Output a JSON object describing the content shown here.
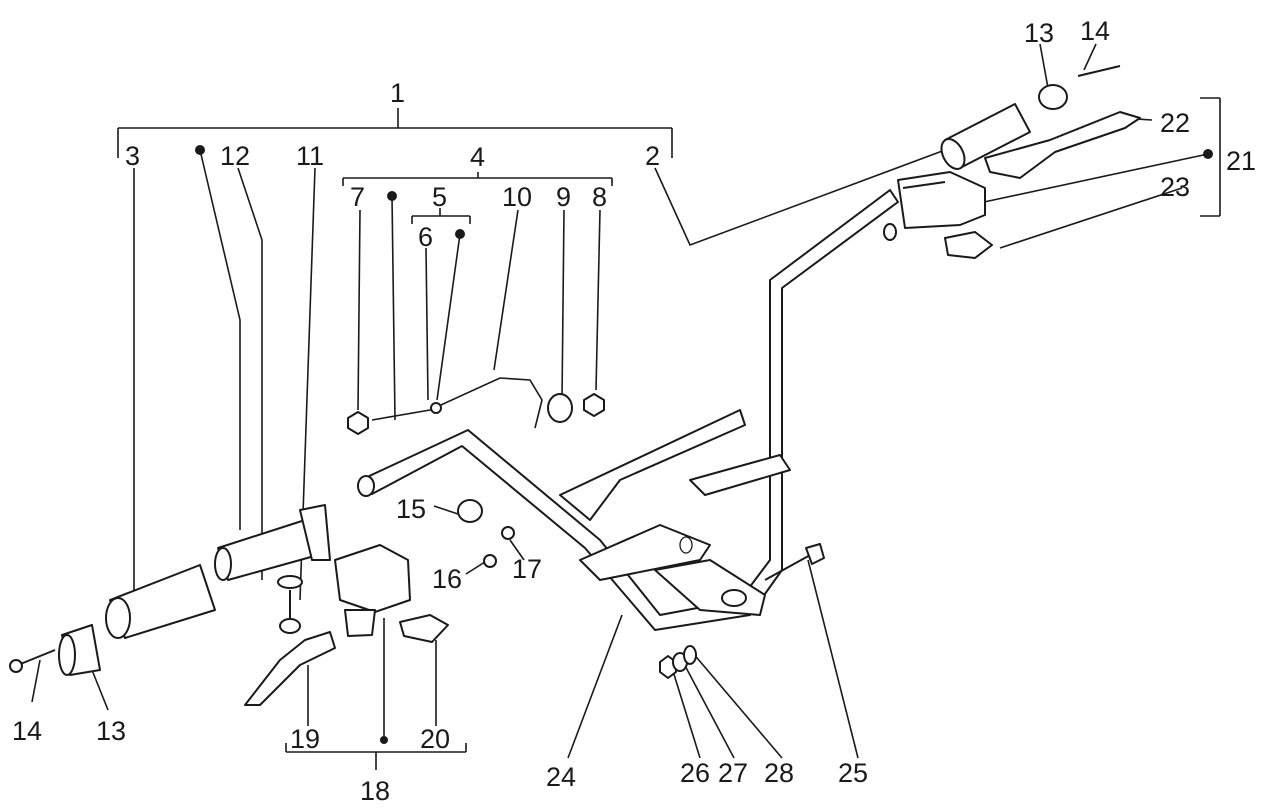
{
  "labels": {
    "l1": "1",
    "l2": "2",
    "l3": "3",
    "l4": "4",
    "l5": "5",
    "l6": "6",
    "l7": "7",
    "l8": "8",
    "l9": "9",
    "l10": "10",
    "l11": "11",
    "l12": "12",
    "l13a": "13",
    "l14a": "14",
    "l13b": "13",
    "l14b": "14",
    "l15": "15",
    "l16": "16",
    "l17": "17",
    "l18": "18",
    "l19": "19",
    "l20": "20",
    "l21": "21",
    "l22": "22",
    "l23": "23",
    "l24": "24",
    "l25": "25",
    "l26": "26",
    "l27": "27",
    "l28": "28"
  },
  "colors": {
    "line": "#1a1a1a",
    "background": "#ffffff"
  }
}
